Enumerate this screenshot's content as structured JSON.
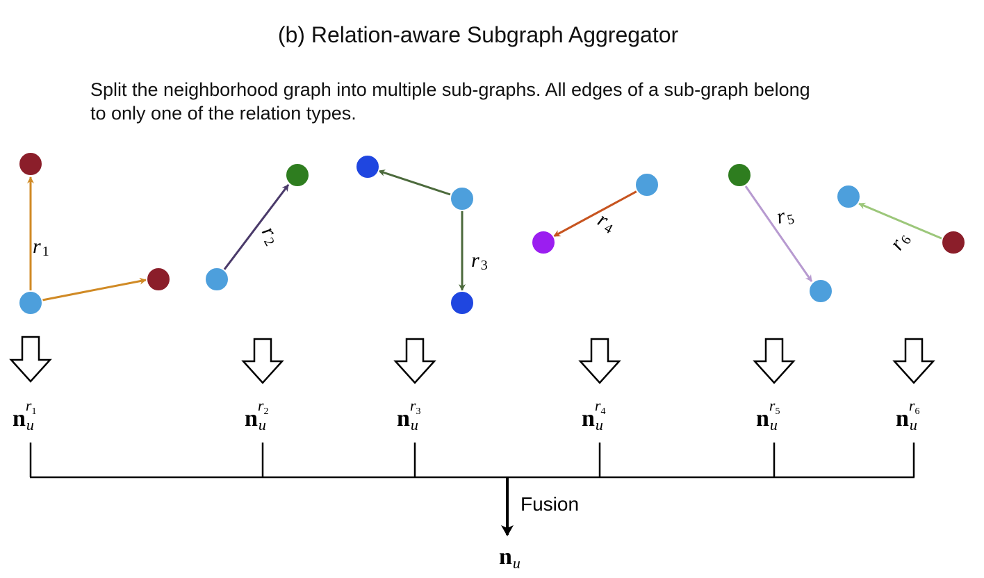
{
  "title": "(b) Relation-aware Subgraph Aggregator",
  "description": {
    "line1": "Split the neighborhood graph into multiple sub-graphs.  All edges of a sub-graph belong",
    "line2": "to only one of the relation types."
  },
  "colors": {
    "node_blue": "#4d9fdc",
    "node_darkred": "#8b1e2a",
    "node_green": "#2e7d1f",
    "node_royal": "#1f46e0",
    "node_purple": "#9b1ef0",
    "edge_r1": "#d08a25",
    "edge_r2": "#4a3a6a",
    "edge_r3": "#4c6a3c",
    "edge_r4": "#c7541f",
    "edge_r5": "#b79ad0",
    "edge_r6": "#9cc77a"
  },
  "relations": [
    {
      "symbol": "r",
      "index": "1"
    },
    {
      "symbol": "r",
      "index": "2"
    },
    {
      "symbol": "r",
      "index": "3"
    },
    {
      "symbol": "r",
      "index": "4"
    },
    {
      "symbol": "r",
      "index": "5"
    },
    {
      "symbol": "r",
      "index": "6"
    }
  ],
  "outputs": [
    {
      "base": "n",
      "sub": "u",
      "sup": "r",
      "sup_index": "1"
    },
    {
      "base": "n",
      "sub": "u",
      "sup": "r",
      "sup_index": "2"
    },
    {
      "base": "n",
      "sub": "u",
      "sup": "r",
      "sup_index": "3"
    },
    {
      "base": "n",
      "sub": "u",
      "sup": "r",
      "sup_index": "4"
    },
    {
      "base": "n",
      "sub": "u",
      "sup": "r",
      "sup_index": "5"
    },
    {
      "base": "n",
      "sub": "u",
      "sup": "r",
      "sup_index": "6"
    }
  ],
  "fusion_label": "Fusion",
  "result": {
    "base": "n",
    "sub": "u"
  }
}
